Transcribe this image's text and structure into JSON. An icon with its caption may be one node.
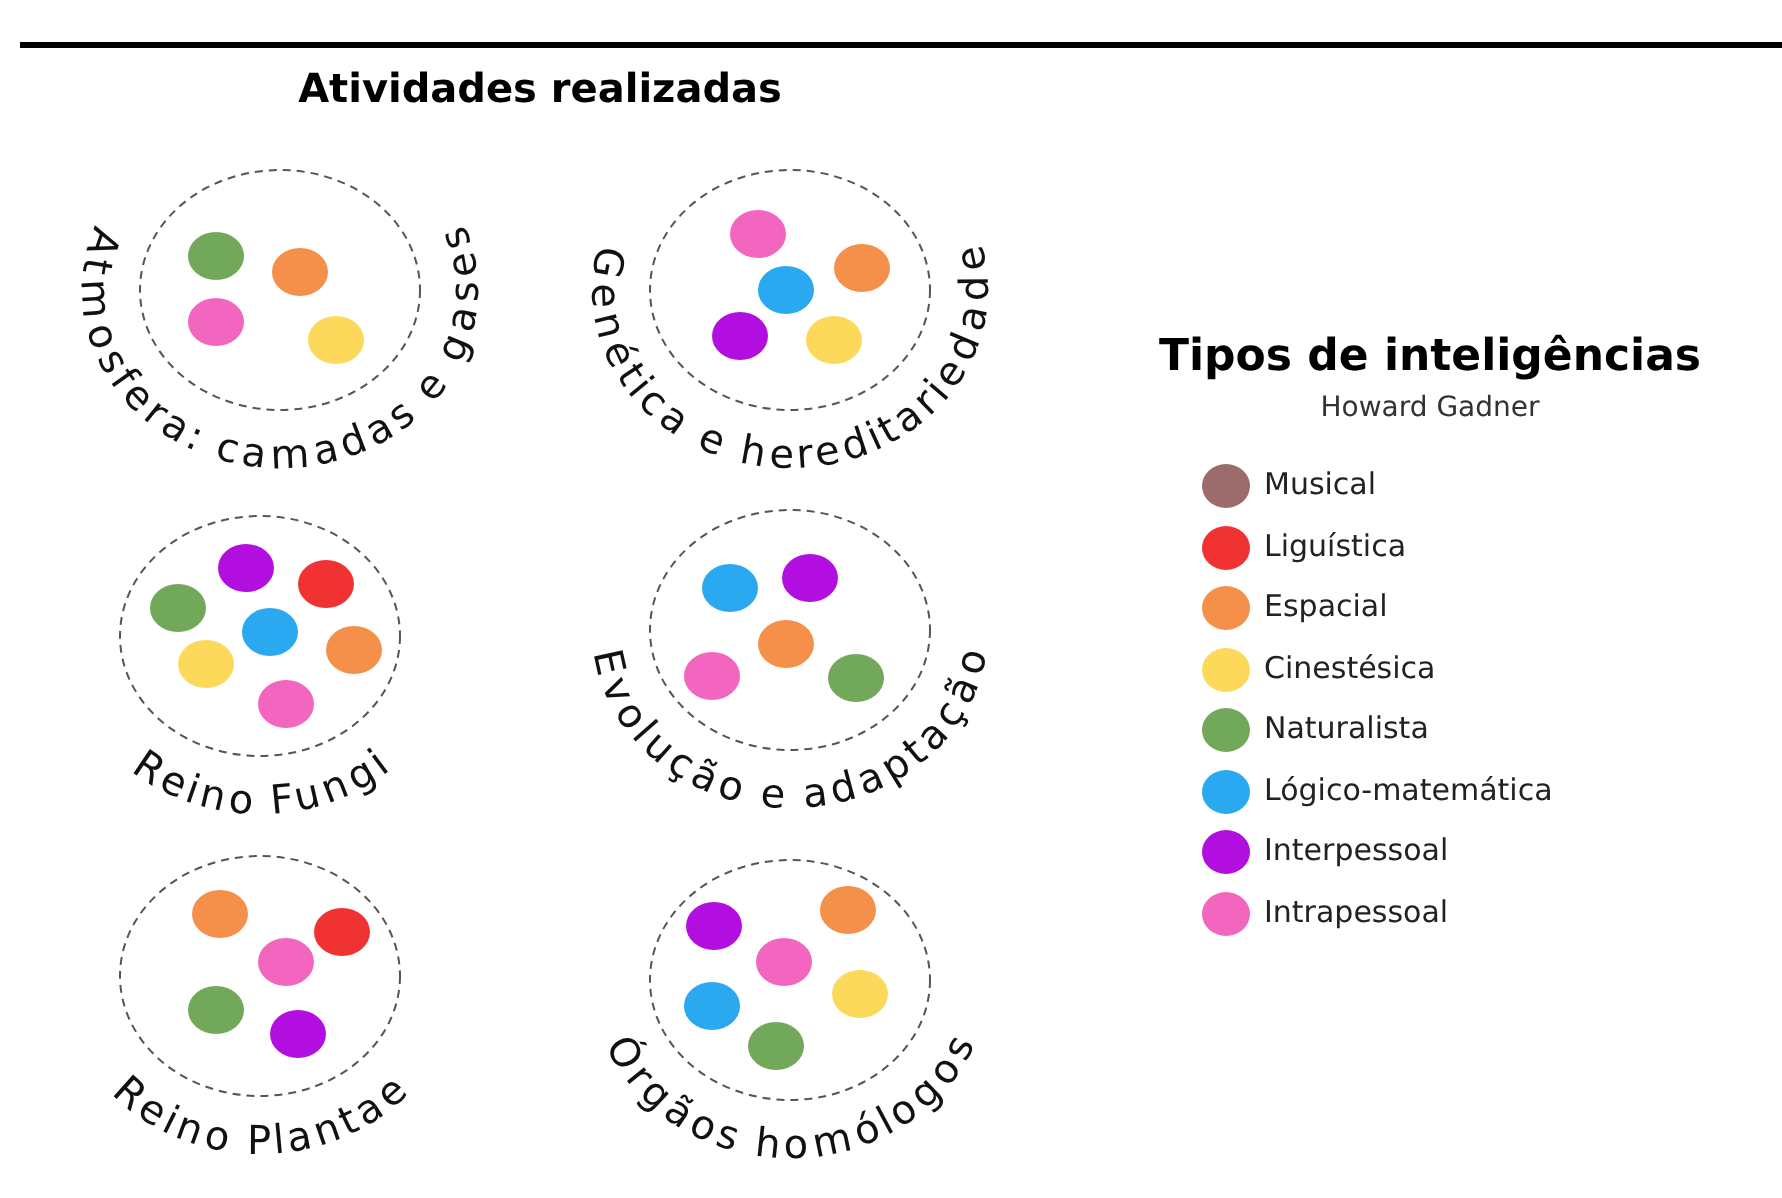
{
  "diagram": {
    "title": "Atividades realizadas",
    "nodes": [
      {
        "text": [
          "Atmosfera: camadas e gases"
        ]
      },
      {
        "text": [],
        "shape": "circle",
        "in": 0
      },
      {
        "text": [],
        "shape": "circle",
        "in": 0
      },
      {
        "text": [],
        "shape": "circle",
        "in": 0
      },
      {
        "text": [],
        "shape": "circle",
        "in": 0
      },
      {
        "text": [
          "Genética e hereditariedade"
        ]
      },
      {
        "text": [],
        "shape": "circle",
        "in": 5
      },
      {
        "text": [],
        "shape": "circle",
        "in": 5
      },
      {
        "text": [],
        "shape": "circle",
        "in": 5
      },
      {
        "text": [],
        "shape": "circle",
        "in": 5
      },
      {
        "text": [],
        "shape": "circle",
        "in": 5
      },
      {
        "text": [
          "Reino Fungi"
        ]
      },
      {
        "text": [],
        "shape": "circle",
        "in": 11
      },
      {
        "text": [],
        "shape": "circle",
        "in": 11
      },
      {
        "text": [],
        "shape": "circle",
        "in": 11
      },
      {
        "text": [],
        "shape": "circle",
        "in": 11
      },
      {
        "text": [],
        "shape": "circle",
        "in": 11
      },
      {
        "text": [],
        "shape": "circle",
        "in": 11
      },
      {
        "text": [],
        "shape": "circle",
        "in": 11
      },
      {
        "text": [
          "Evolução e adaptação"
        ]
      },
      {
        "text": [],
        "shape": "circle",
        "in": 19
      },
      {
        "text": [],
        "shape": "circle",
        "in": 19
      },
      {
        "text": [],
        "shape": "circle",
        "in": 19
      },
      {
        "text": [],
        "shape": "circle",
        "in": 19
      },
      {
        "text": [],
        "shape": "circle",
        "in": 19
      },
      {
        "text": [
          "Reino Plantae"
        ]
      },
      {
        "text": [],
        "shape": "circle",
        "in": 25
      },
      {
        "text": [],
        "shape": "circle",
        "in": 25
      },
      {
        "text": [],
        "shape": "circle",
        "in": 25
      },
      {
        "text": [],
        "shape": "circle",
        "in": 25
      },
      {
        "text": [],
        "shape": "circle",
        "in": 25
      },
      {
        "text": [
          "Órgãos homólogos"
        ]
      },
      {
        "text": [],
        "shape": "circle",
        "in": 31
      },
      {
        "text": [],
        "shape": "circle",
        "in": 31
      },
      {
        "text": [],
        "shape": "circle",
        "in": 31
      },
      {
        "text": [],
        "shape": "circle",
        "in": 31
      },
      {
        "text": [],
        "shape": "circle",
        "in": 31
      },
      {
        "text": [],
        "shape": "circle",
        "in": 31
      }
    ],
    "labels": [
      "Tipos de inteligências",
      "Howard Gadner"
    ],
    "legend": [
      {
        "text": "Musical",
        "color": "#9c6b6b"
      },
      {
        "text": "Liguística",
        "color": "#f03232"
      },
      {
        "text": "Espacial",
        "color": "#f5904a"
      },
      {
        "text": "Cinestésica",
        "color": "#fcd95a"
      },
      {
        "text": "Naturalista",
        "color": "#72a85a"
      },
      {
        "text": "Lógico-matemática",
        "color": "#2aa8f0"
      },
      {
        "text": "Interpessoal",
        "color": "#b20ee0"
      },
      {
        "text": "Intrapessoal",
        "color": "#f266c0"
      }
    ]
  }
}
